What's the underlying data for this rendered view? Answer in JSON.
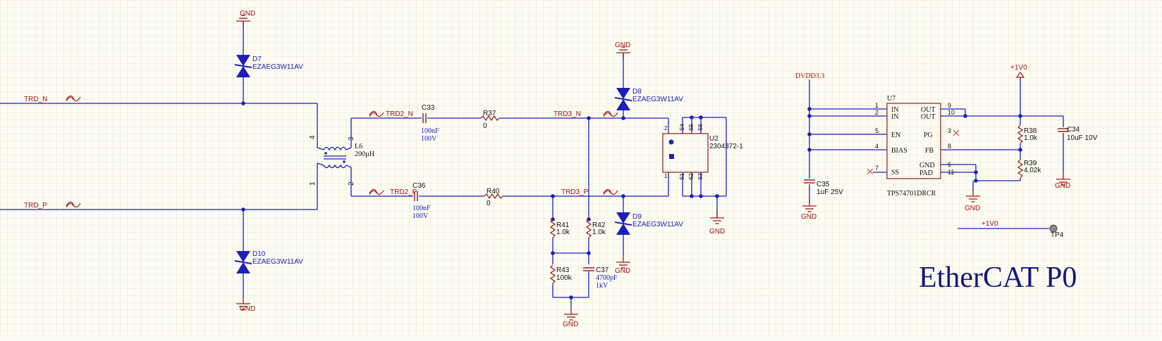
{
  "title": "EtherCAT P0",
  "nets": {
    "gnd": "GND",
    "trd_n": "TRD_N",
    "trd_p": "TRD_P",
    "trd2_n": "TRD2_N",
    "trd2_p": "TRD2_P",
    "trd3_n": "TRD3_N",
    "trd3_p": "TRD3_P",
    "dvdd": "DVDD3.3",
    "v1": "+1V0"
  },
  "components": {
    "d7": {
      "ref": "D7",
      "value": "EZAEG3W11AV"
    },
    "d8": {
      "ref": "D8",
      "value": "EZAEG3W11AV"
    },
    "d9": {
      "ref": "D9",
      "value": "EZAEG3W11AV"
    },
    "d10": {
      "ref": "D10",
      "value": "EZAEG3W11AV"
    },
    "l6": {
      "ref": "L6",
      "value": "200µH",
      "pins": [
        "4",
        "3",
        "1",
        "2"
      ]
    },
    "c33": {
      "ref": "C33",
      "value": "100nF",
      "rating": "100V"
    },
    "c36": {
      "ref": "C36",
      "value": "100nF",
      "rating": "100V"
    },
    "r37": {
      "ref": "R37",
      "value": "0"
    },
    "r40": {
      "ref": "R40",
      "value": "0"
    },
    "r41": {
      "ref": "R41",
      "value": "1.0k"
    },
    "r42": {
      "ref": "R42",
      "value": "1.0k"
    },
    "r43": {
      "ref": "R43",
      "value": "100k"
    },
    "c37": {
      "ref": "C37",
      "value": "4700pF",
      "rating": "1kV"
    },
    "u2": {
      "ref": "U2",
      "value": "2304372-1",
      "top_pins": [
        "S4",
        "S5",
        "S6"
      ],
      "bottom_pins": [
        "S1",
        "S2",
        "S3"
      ],
      "pin_a": "2",
      "pin_b": "1"
    },
    "u7": {
      "ref": "U7",
      "value": "TPS74701DRCR",
      "left_pins": [
        {
          "num": "1",
          "name": "IN"
        },
        {
          "num": "2",
          "name": "IN"
        },
        {
          "num": "5",
          "name": "EN"
        },
        {
          "num": "4",
          "name": "BIAS"
        },
        {
          "num": "7",
          "name": "SS"
        }
      ],
      "right_pins": [
        {
          "num": "9",
          "name": "OUT"
        },
        {
          "num": "10",
          "name": "OUT"
        },
        {
          "num": "3",
          "name": "PG"
        },
        {
          "num": "8",
          "name": "FB"
        },
        {
          "num": "6",
          "name": "GND"
        },
        {
          "num": "11",
          "name": "PAD"
        }
      ]
    },
    "r38": {
      "ref": "R38",
      "value": "1.0k"
    },
    "r39": {
      "ref": "R39",
      "value": "4.02k"
    },
    "c34": {
      "ref": "C34",
      "value": "10uF 10V"
    },
    "c35": {
      "ref": "C35",
      "value": "1uF 25V"
    },
    "tp4": {
      "ref": "TP4"
    }
  },
  "colors": {
    "wire": "#1c20b8",
    "label": "#9b1010",
    "title": "#16177a",
    "grid": "#e7e5d3"
  }
}
